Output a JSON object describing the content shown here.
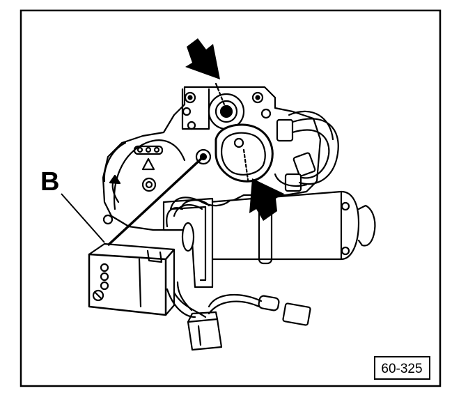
{
  "figure": {
    "callout_label": "B",
    "reference_number": "60-325",
    "arrows": [
      {
        "id": "upper",
        "description": "pointer-to-gear-center"
      },
      {
        "id": "lower",
        "description": "pointer-to-cam-edge"
      }
    ],
    "colors": {
      "ink": "#000000",
      "paper": "#ffffff"
    }
  }
}
